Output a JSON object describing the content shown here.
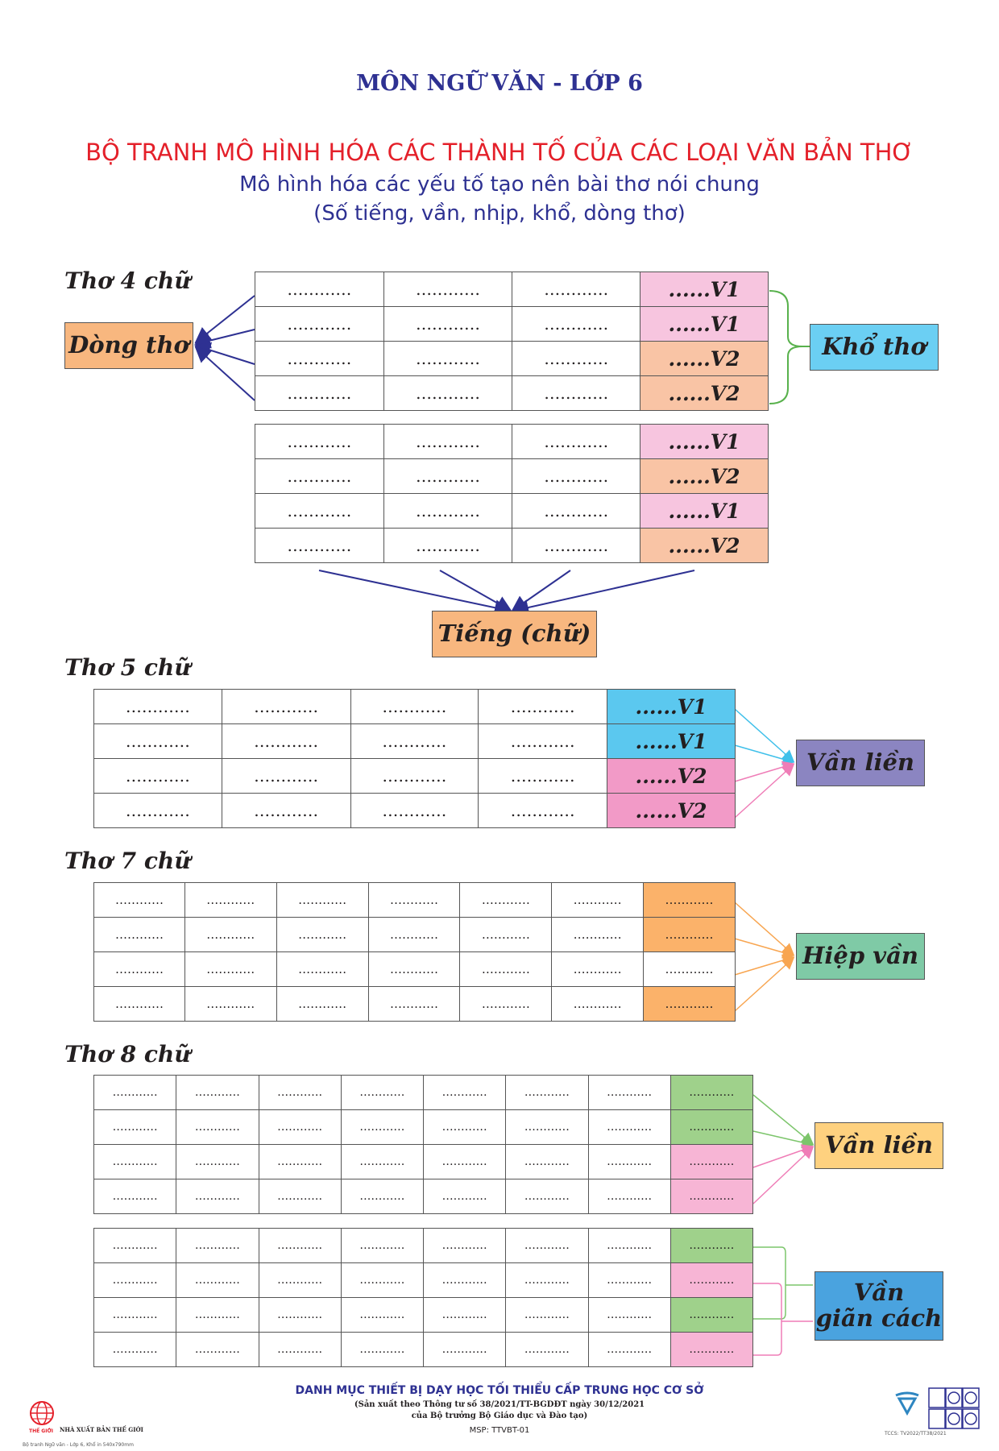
{
  "header": {
    "subject": "MÔN NGỮ VĂN - LỚP 6",
    "title": "BỘ TRANH MÔ HÌNH HÓA CÁC THÀNH TỐ CỦA CÁC LOẠI VĂN BẢN THƠ",
    "subtitle": "Mô hình hóa các yếu tố tạo nên bài thơ nói chung",
    "subtitle2": "(Số tiếng, vần, nhịp, khổ, dòng thơ)"
  },
  "colors": {
    "pink_light": "#f7c5df",
    "peach": "#f9c4a5",
    "cyan": "#5bc8ef",
    "pink": "#f29ac7",
    "orange": "#fbb26a",
    "green": "#9fd18b",
    "pink_soft": "#f7b5d5",
    "purple_box": "#8b85c1",
    "teal_box": "#7fcaa6",
    "yellow_box": "#fed17f",
    "blue_box": "#4aa3df",
    "dong_tho_box": "#f8b77f",
    "tieng_box": "#f8b77f",
    "kho_tho_box": "#6bcff3"
  },
  "dots": {
    "long": "…………",
    "short": "…………"
  },
  "sections": {
    "tho4": {
      "label": "Thơ 4 chữ",
      "stanza1": [
        "......V1",
        "......V1",
        "......V2",
        "......V2"
      ],
      "stanza2": [
        "......V1",
        "......V2",
        "......V1",
        "......V2"
      ],
      "label_dong_tho": "Dòng thơ",
      "label_kho_tho": "Khổ thơ",
      "label_tieng": "Tiếng (chữ)"
    },
    "tho5": {
      "label": "Thơ 5 chữ",
      "rhymes": [
        "......V1",
        "......V1",
        "......V2",
        "......V2"
      ],
      "label_van": "Vần liền"
    },
    "tho7": {
      "label": "Thơ 7 chữ",
      "label_van": "Hiệp vần"
    },
    "tho8": {
      "label": "Thơ 8 chữ",
      "label_van_lien": "Vần liền",
      "label_van_gian_cach_1": "Vần",
      "label_van_gian_cach_2": "giãn cách"
    }
  },
  "footer": {
    "line1": "DANH MỤC THIẾT BỊ DẠY HỌC TỐI THIỂU CẤP TRUNG HỌC CƠ SỞ",
    "line2": "(Sản xuất theo Thông tư số 38/2021/TT-BGDĐT ngày 30/12/2021",
    "line3": "của Bộ trưởng Bộ Giáo dục và Đào tạo)",
    "msp": "MSP: TTVBT-01",
    "publisher": "NHÀ XUẤT BẢN THẾ GIỚI",
    "publisher_logo": "THẾ GIỚI",
    "tiny_left": "Bộ tranh Ngữ văn - Lớp 6, Khổ in 540x790mm",
    "tiny_right": "TCCS: TV2022/TT38/2021"
  }
}
